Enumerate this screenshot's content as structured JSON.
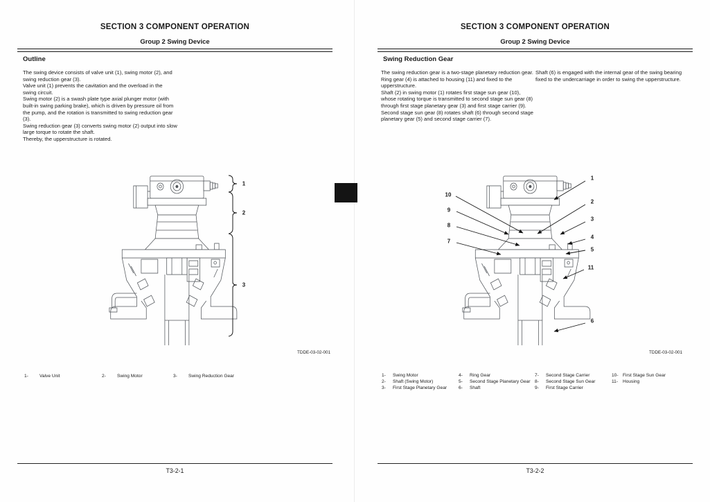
{
  "colors": {
    "ink": "#1b1b1b",
    "diagram_line": "#51555a",
    "binding_mark": "#141414"
  },
  "left_page": {
    "section_title": "SECTION 3 COMPONENT OPERATION",
    "group_title": "Group 2 Swing Device",
    "heading": "Outline",
    "paragraphs": [
      "The swing device consists of valve unit (1), swing motor (2), and swing reduction gear (3).",
      "Valve unit (1) prevents the cavitation and the overload in the swing circuit.",
      "Swing motor (2) is a swash plate type axial plunger motor (with built-in swing parking brake), which is driven by pressure oil from the pump, and the rotation is transmitted to swing reduction gear (3).",
      "Swing reduction gear (3) converts swing motor (2) output into slow large torque to rotate the shaft.",
      "Thereby, the upperstructure is rotated."
    ],
    "figure": {
      "code": "TDDE-03-02-001",
      "callouts": [
        "1",
        "2",
        "3"
      ]
    },
    "legend": [
      {
        "num": "1-",
        "label": "Valve Unit"
      },
      {
        "num": "2-",
        "label": "Swing Motor"
      },
      {
        "num": "3-",
        "label": "Swing Reduction Gear"
      }
    ],
    "page_number": "T3-2-1"
  },
  "right_page": {
    "section_title": "SECTION 3 COMPONENT OPERATION",
    "group_title": "Group 2 Swing Device",
    "heading": "Swing Reduction Gear",
    "col1_paragraphs": [
      "The swing reduction gear is a two-stage planetary reduction gear.",
      "Ring gear (4) is attached to housing (11) and fixed to the upperstructure.",
      "Shaft (2) in swing motor (1) rotates first stage sun gear (10), whose rotating torque is transmitted to second stage sun gear (8) through first stage planetary gear (3) and first stage carrier (9).",
      "Second stage sun gear (8) rotates shaft (6) through second stage planetary gear (5) and second stage carrier (7)."
    ],
    "col2_paragraphs": [
      "Shaft (6) is engaged with the internal gear of the swing bearing fixed to the undercarriage in order to swing the upperstructure."
    ],
    "figure": {
      "code": "TDDE-03-02-001",
      "callouts_left": [
        "10",
        "9",
        "8",
        "7"
      ],
      "callouts_right": [
        "1",
        "2",
        "3",
        "4",
        "5",
        "11",
        "6"
      ]
    },
    "legend": [
      {
        "num": "1-",
        "label": "Swing Motor"
      },
      {
        "num": "2-",
        "label": "Shaft (Swing Motor)"
      },
      {
        "num": "3-",
        "label": "First Stage Planetary Gear"
      },
      {
        "num": "4-",
        "label": "Ring Gear"
      },
      {
        "num": "5-",
        "label": "Second Stage Planetary Gear"
      },
      {
        "num": "6-",
        "label": "Shaft"
      },
      {
        "num": "7-",
        "label": "Second Stage Carrier"
      },
      {
        "num": "8-",
        "label": "Second Stage Sun Gear"
      },
      {
        "num": "9-",
        "label": "First Stage Carrier"
      },
      {
        "num": "10-",
        "label": "First Stage Sun Gear"
      },
      {
        "num": "11-",
        "label": "Housing"
      }
    ],
    "page_number": "T3-2-2"
  }
}
